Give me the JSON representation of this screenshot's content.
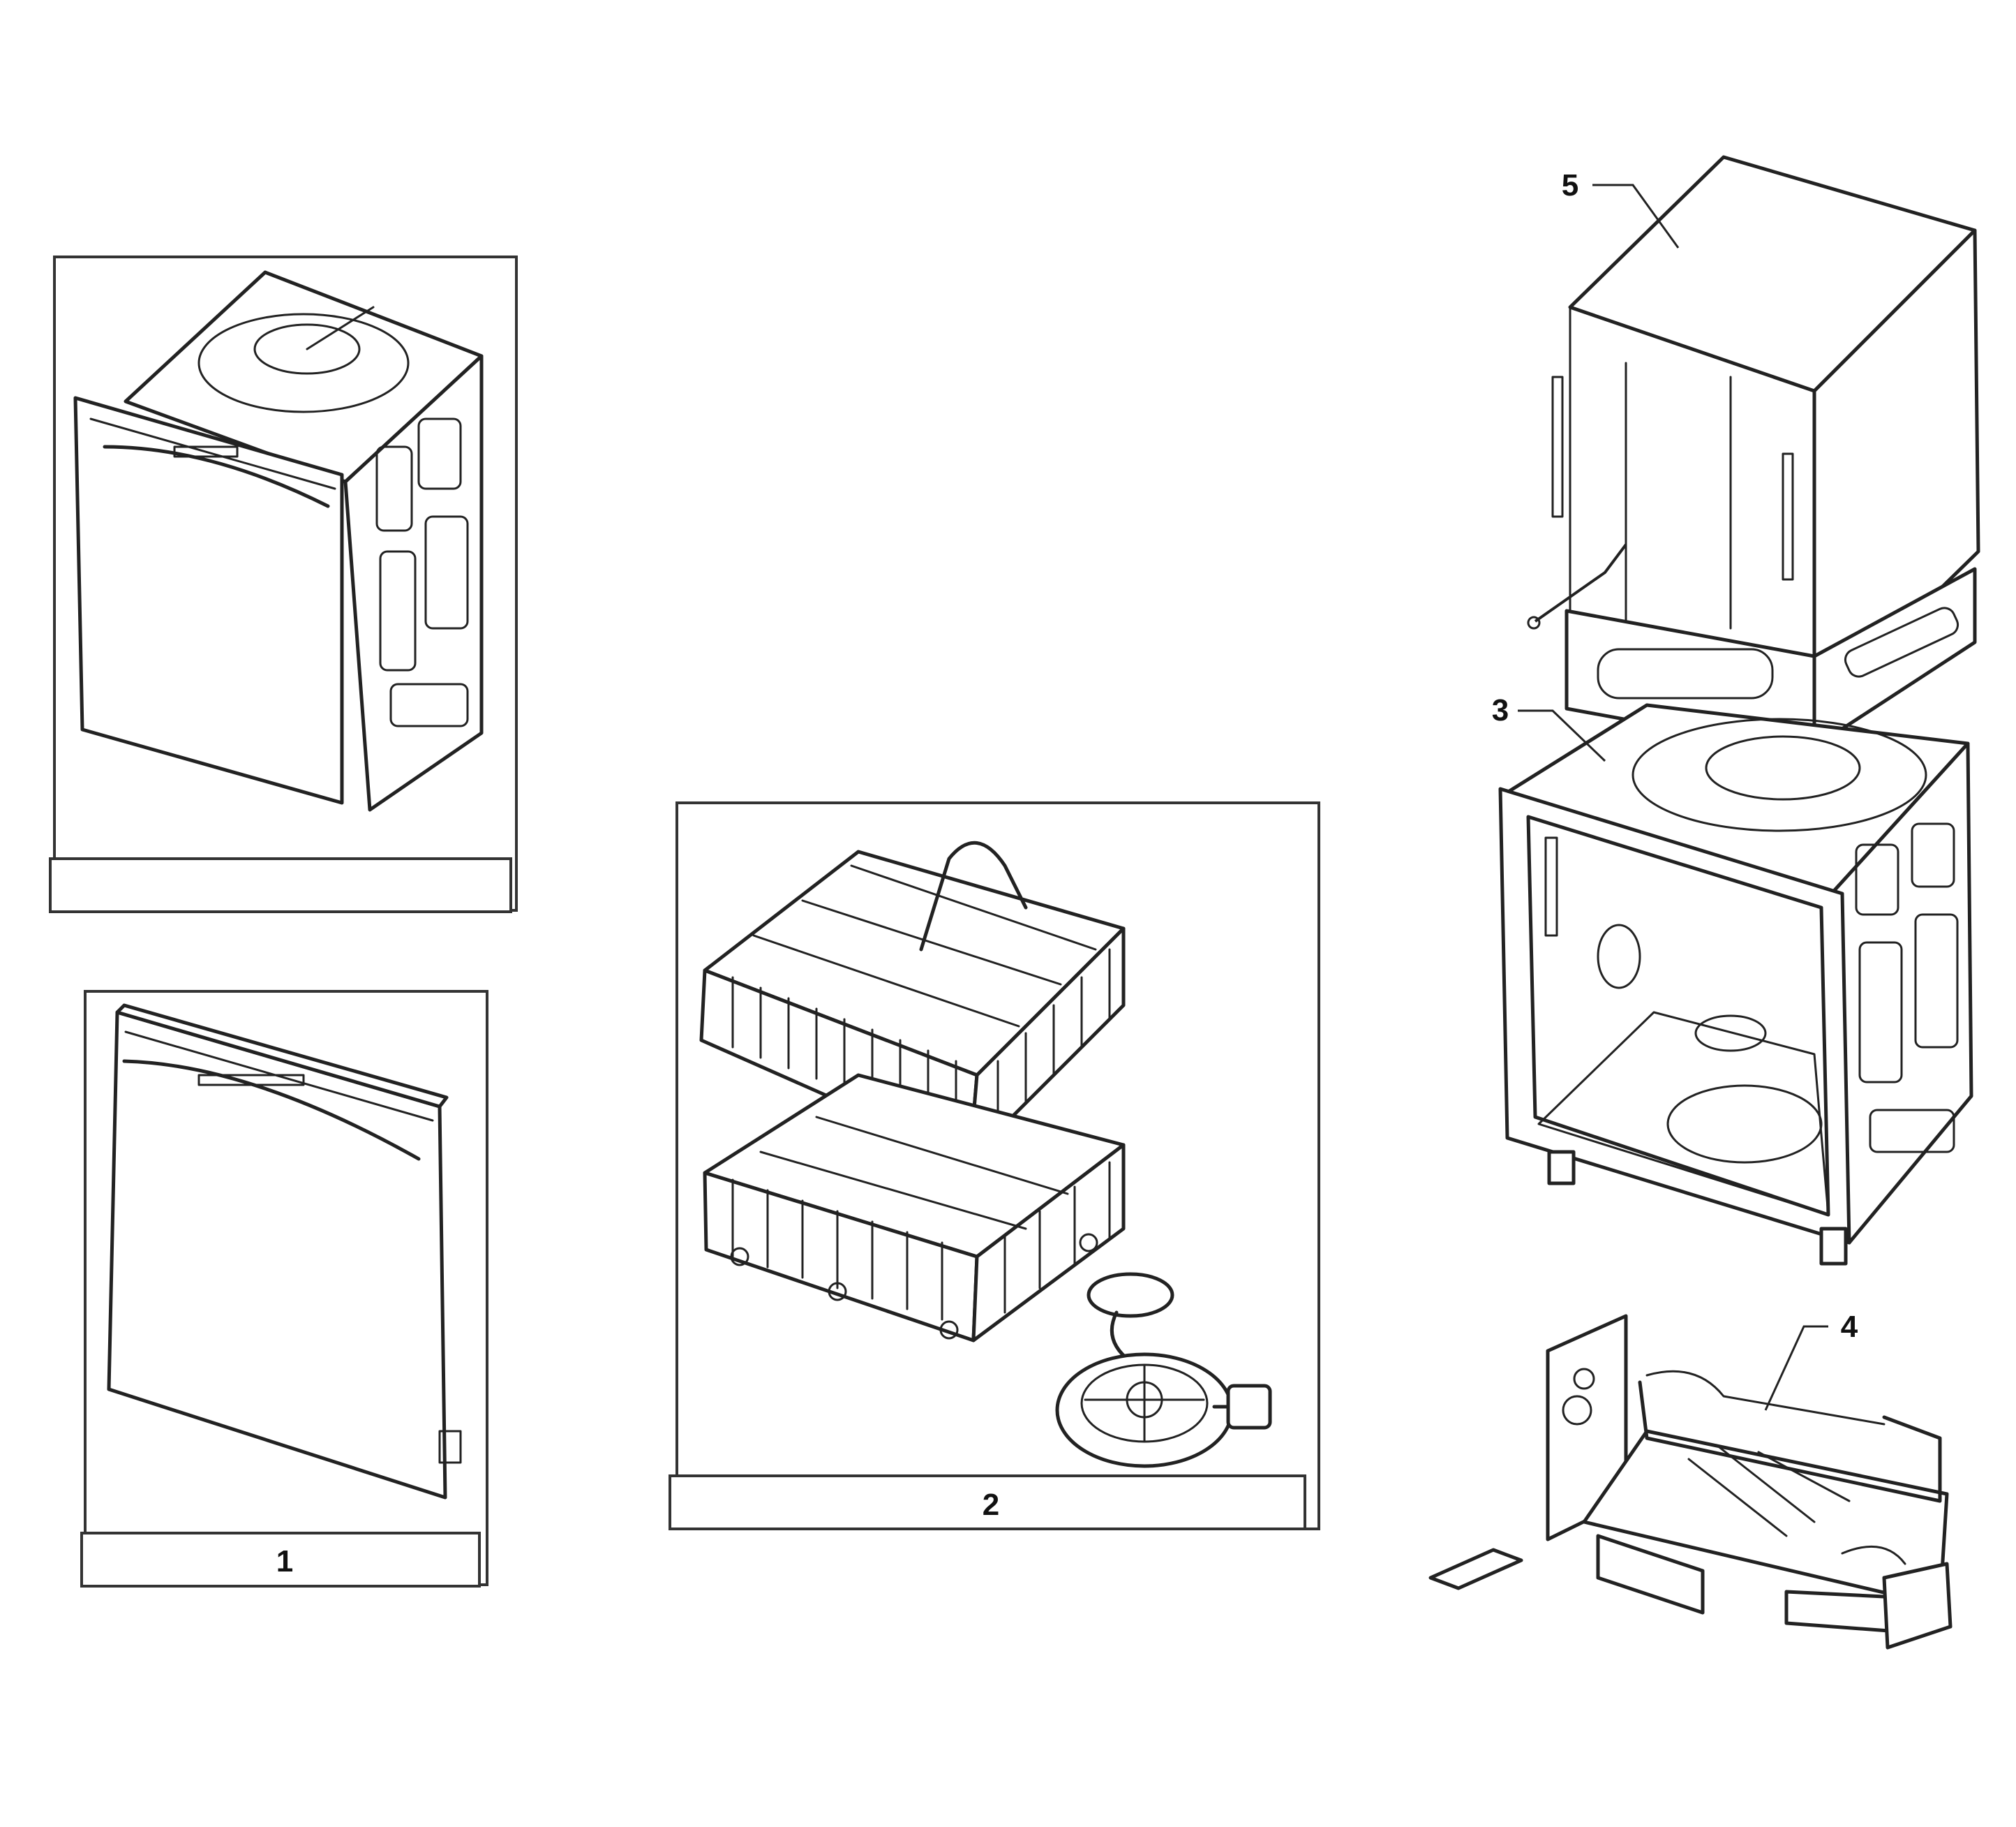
{
  "callouts": {
    "door": "1",
    "racks_and_pump": "2",
    "tub": "3",
    "base": "4",
    "outer_case": "5"
  },
  "panel_captions": {
    "assembled_unit": "",
    "door": "1",
    "racks_and_pump": "2"
  }
}
